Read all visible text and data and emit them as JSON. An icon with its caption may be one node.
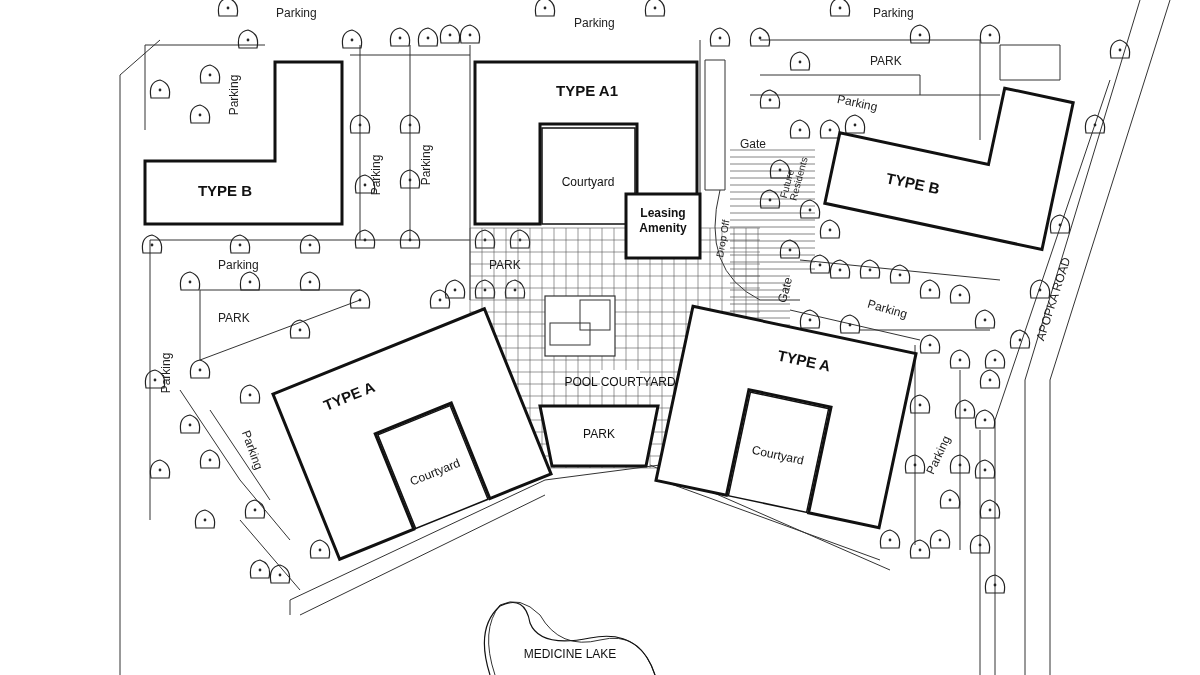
{
  "diagram": {
    "nodes": [
      {
        "text": [
          "TYPE B"
        ]
      },
      {
        "text": [
          "TYPE A1"
        ]
      },
      {
        "text": [
          "Courtyard"
        ],
        "in": 1
      },
      {
        "text": [
          "Leasing Amenity"
        ]
      },
      {
        "text": [
          "TYPE B"
        ]
      },
      {
        "text": [
          "POOL COURTYARD"
        ]
      },
      {
        "text": [
          "PARK"
        ],
        "in": 5
      },
      {
        "text": [
          "TYPE A"
        ]
      },
      {
        "text": [
          "Courtyard"
        ],
        "in": 7
      },
      {
        "text": [
          "TYPE A"
        ]
      },
      {
        "text": [
          "Courtyard"
        ],
        "in": 9
      },
      {
        "text": [
          "MEDICINE LAKE"
        ]
      }
    ],
    "edges": [],
    "labels": [
      "Parking",
      "Parking",
      "Parking",
      "PARK",
      "Parking",
      "Parking",
      "Gate",
      "Parking",
      "Parking",
      "Future Residents",
      "Drop Off",
      "Parking",
      "PARK",
      "Gate",
      "Parking",
      "PARK",
      "APOPKA ROAD",
      "Parking",
      "Parking",
      "Parking"
    ]
  }
}
